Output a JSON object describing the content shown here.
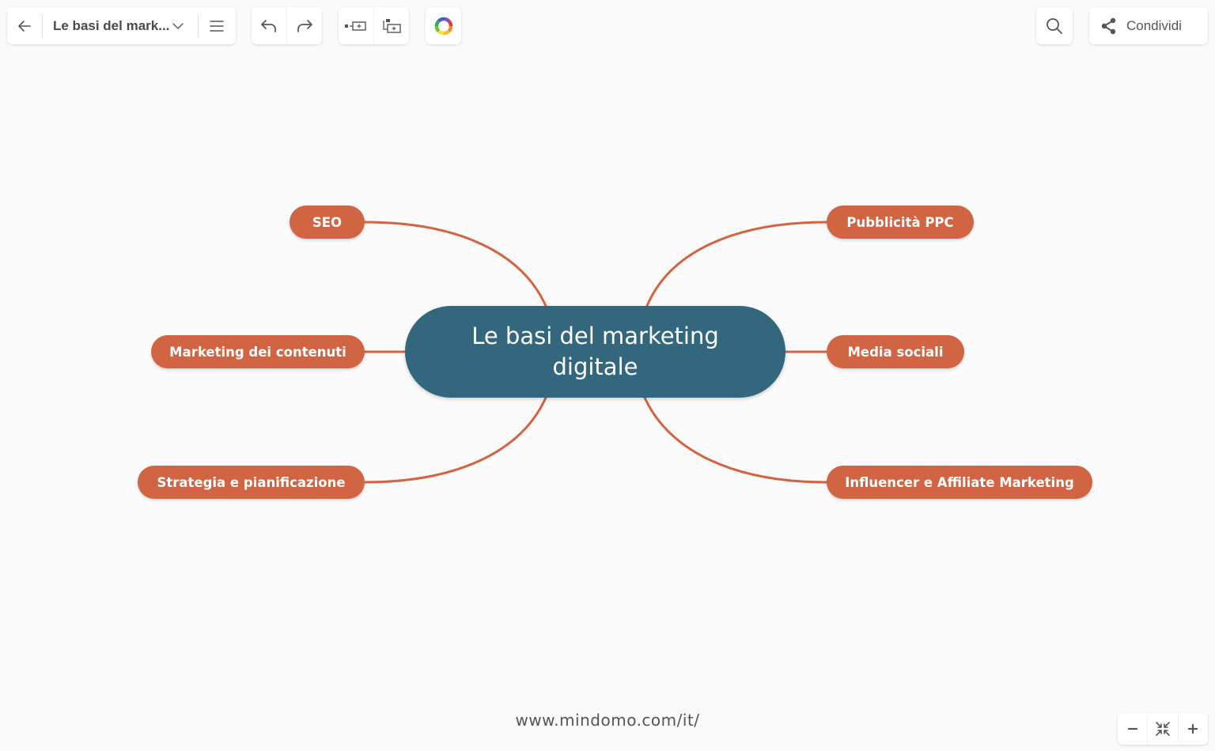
{
  "toolbar": {
    "back_icon": "arrow-left-icon",
    "title": "Le basi del mark...",
    "title_dropdown_icon": "chevron-down-icon",
    "menu_icon": "hamburger-menu-icon",
    "undo_icon": "undo-icon",
    "redo_icon": "redo-icon",
    "add_sibling_icon": "add-sibling-topic-icon",
    "add_child_icon": "add-subtopic-icon",
    "theme_icon": "color-theme-wheel-icon",
    "search_icon": "search-icon",
    "share_icon": "share-icon",
    "share_label": "Condividi"
  },
  "mindmap": {
    "central": {
      "line1": "Le basi del marketing",
      "line2": "digitale",
      "color": "#33677d"
    },
    "branch_color": "#d16443",
    "topics": [
      {
        "label": "SEO",
        "side": "left"
      },
      {
        "label": "Marketing dei contenuti",
        "side": "left"
      },
      {
        "label": "Strategia e pianificazione",
        "side": "left"
      },
      {
        "label": "Pubblicità PPC",
        "side": "right"
      },
      {
        "label": "Media sociali",
        "side": "right"
      },
      {
        "label": "Influencer e Affiliate Marketing",
        "side": "right"
      }
    ]
  },
  "footer": {
    "url": "www.mindomo.com/it/"
  },
  "zoom_controls": {
    "zoom_out_icon": "minus-icon",
    "fit_icon": "collapse-arrows-icon",
    "zoom_in_icon": "plus-icon"
  }
}
